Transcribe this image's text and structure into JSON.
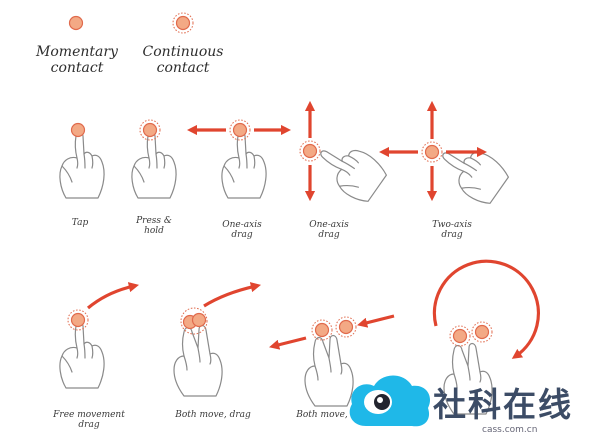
{
  "legend": {
    "momentary": "Momentary\ncontact",
    "continuous": "Continuous\ncontact"
  },
  "gestures_row1": {
    "tap": "Tap",
    "press_hold": "Press &\nhold",
    "one_axis_drag_h": "One-axis\ndrag",
    "one_axis_drag_v": "One-axis\ndrag",
    "two_axis_drag": "Two-axis\ndrag"
  },
  "gestures_row2": {
    "free_movement": "Free movement\ndrag",
    "both_move_drag": "Both move, drag",
    "both_move": "Both move,"
  },
  "watermark": {
    "text": "社科在线",
    "url": "cass.com.cn",
    "logo_icon": "cloud-eye-logo"
  },
  "colors": {
    "arrow": "#e0452f",
    "contact_fill": "#f3a985",
    "contact_ring": "#e06a4c",
    "hand_stroke": "#8a8a8a",
    "wm_cyan": "#1fb8e8",
    "wm_text": "#3c4c66"
  }
}
